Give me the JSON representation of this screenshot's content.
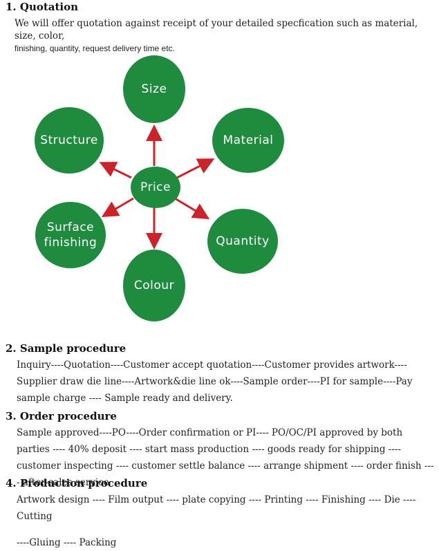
{
  "sections": {
    "quotation": {
      "heading": "1. Quotation",
      "line1": "We will offer quotation against receipt of your detailed specfication such as material, size, color,",
      "line2": "finishing, quantity, request delivery time etc."
    },
    "sample": {
      "heading": "2. Sample procedure",
      "text": "Inquiry----Quotation----Customer accept quotation----Customer provides artwork----Supplier draw die line----Artwork&die line ok----Sample order----PI for sample----Pay sample charge ---- Sample ready and delivery."
    },
    "order": {
      "heading": "3. Order procedure",
      "text": "Sample approved----PO----Order confirmation or PI---- PO/OC/PI approved by both parties ---- 40% deposit ---- start mass production ---- goods ready for shipping ---- customer inspecting ---- customer settle balance ---- arrange shipment ---- order finish ---- after-sales service"
    },
    "production": {
      "heading": "4. Production procedure",
      "line1": "Artwork design ---- Film output ---- plate copying ---- Printing ---- Finishing ---- Die ---- Cutting",
      "line2": "----Gluing ---- Packing"
    }
  },
  "diagram": {
    "center": "Price",
    "nodes": {
      "size": "Size",
      "material": "Material",
      "structure": "Structure",
      "surface_1": "Surface",
      "surface_2": "finishing",
      "quantity": "Quantity",
      "colour": "Colour"
    },
    "colors": {
      "node": "#1e8b3e",
      "arrow": "#cc2229"
    }
  }
}
